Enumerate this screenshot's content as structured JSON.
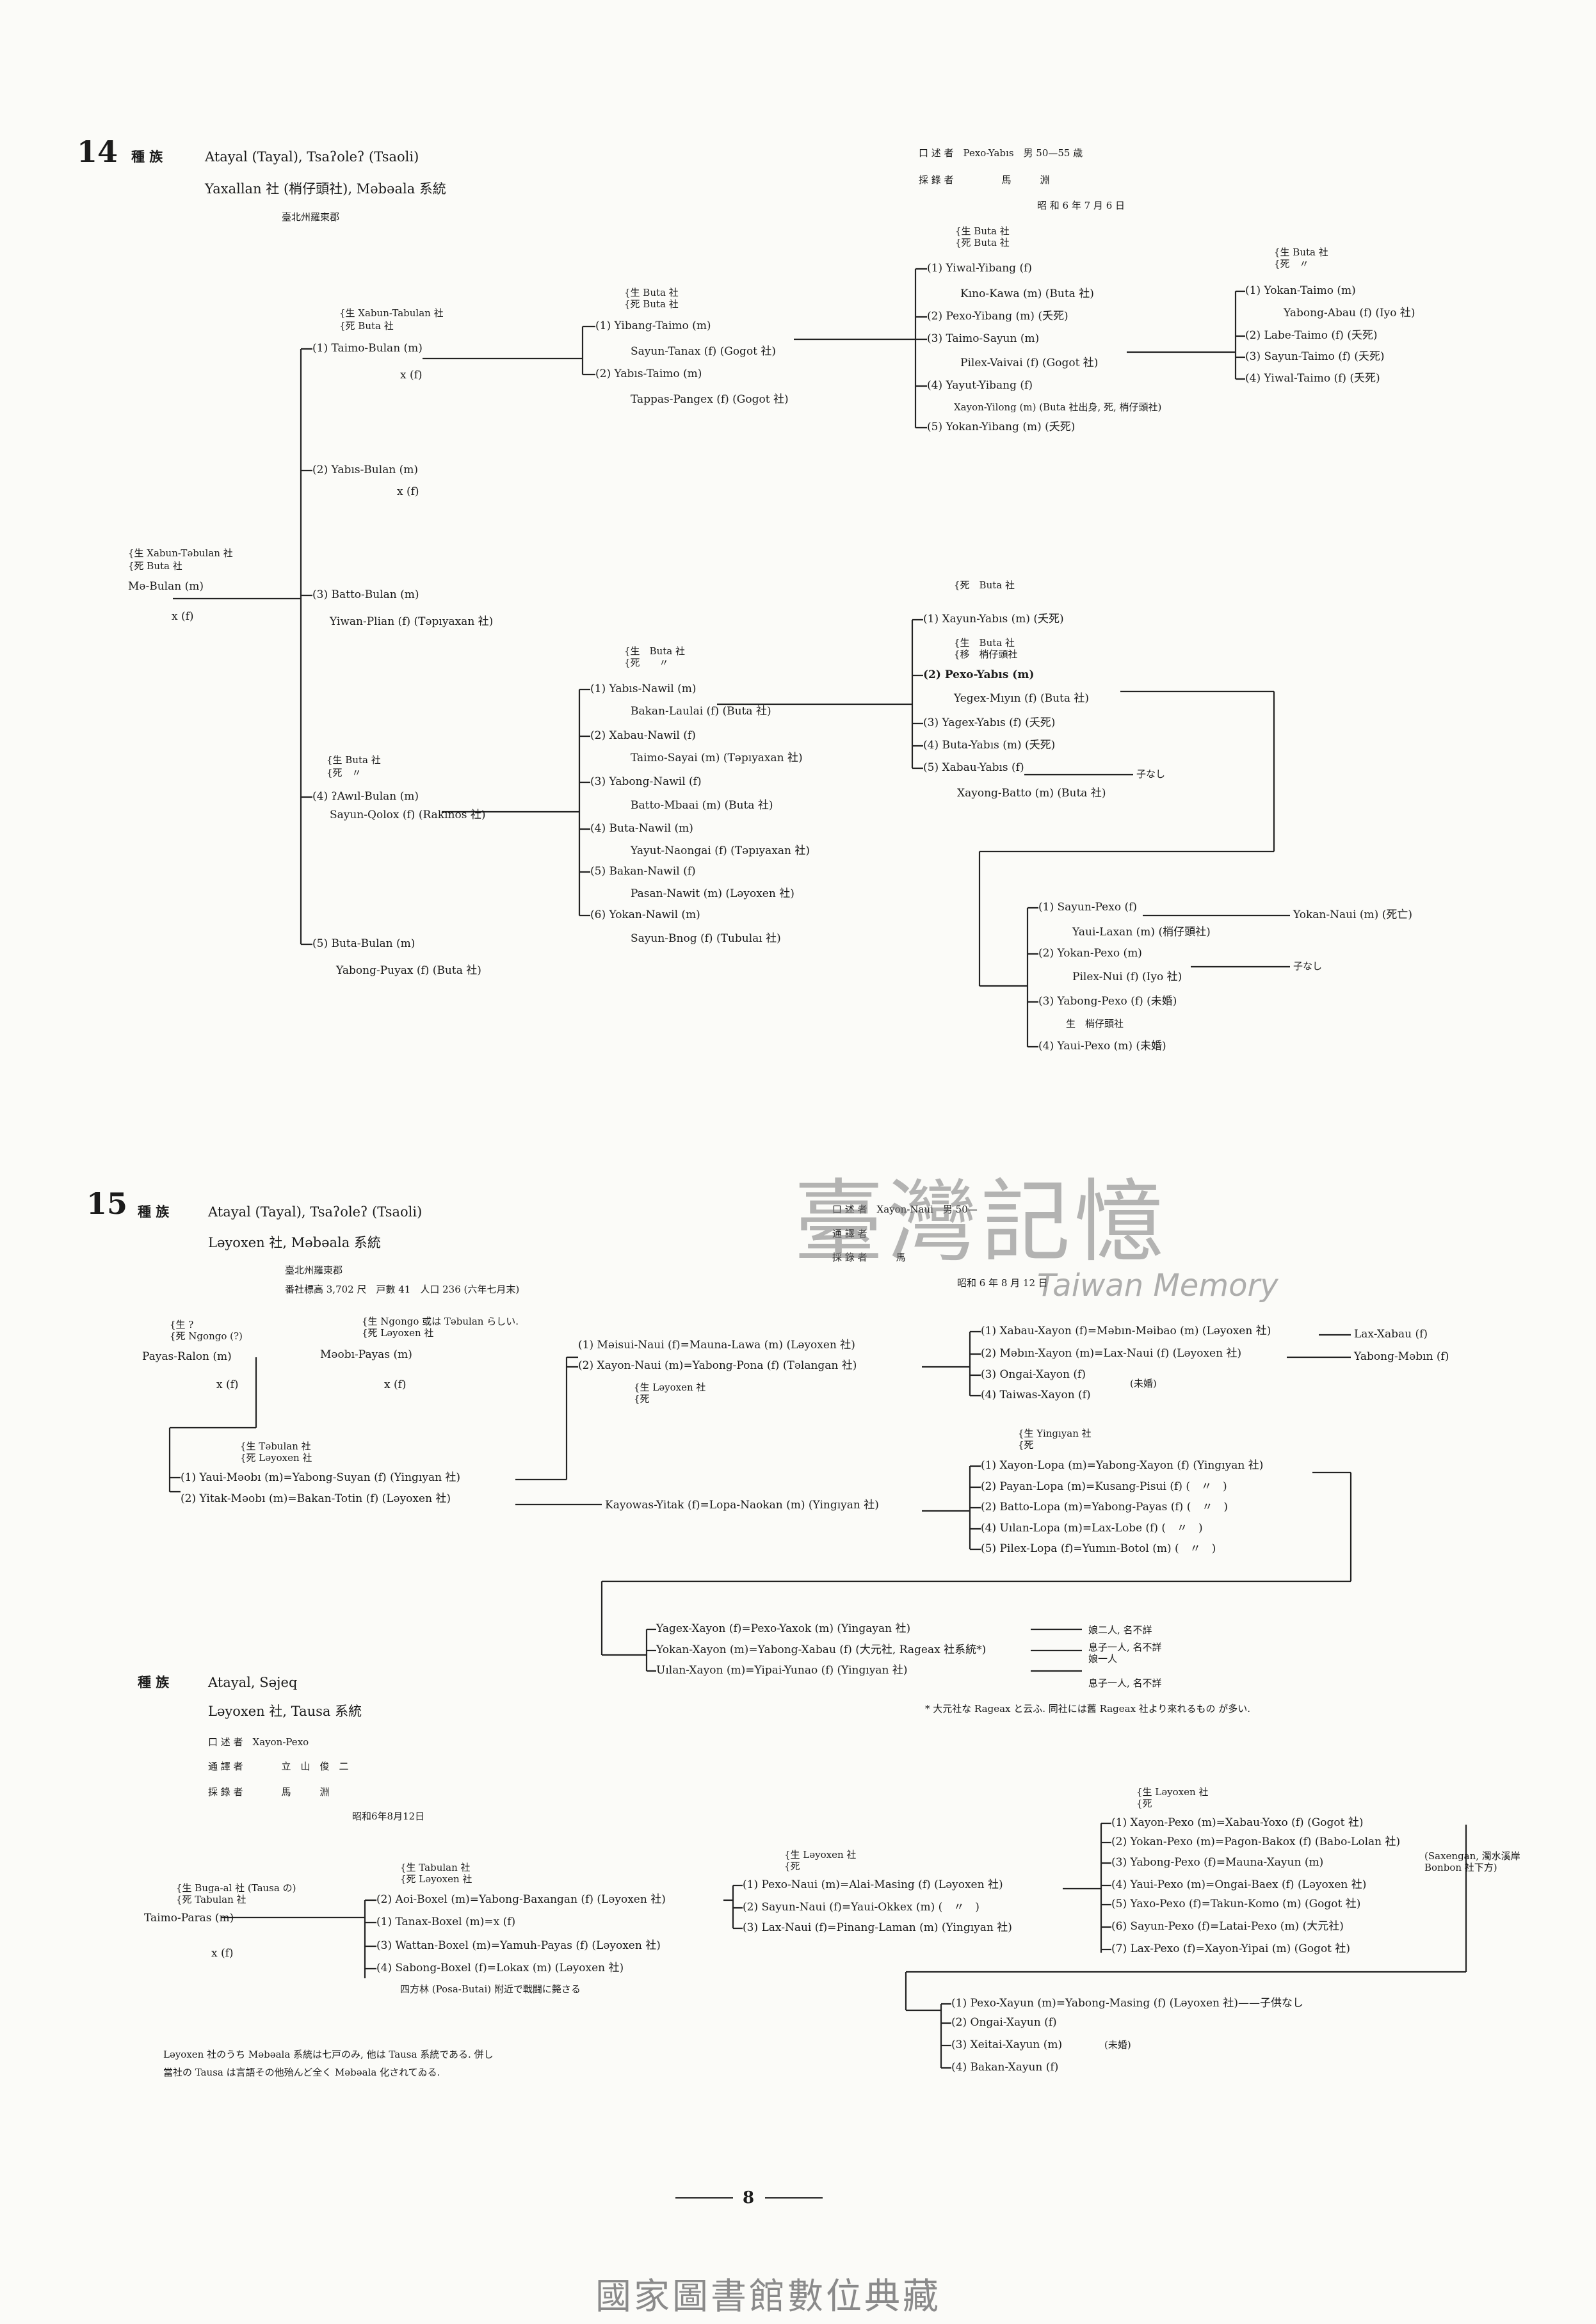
{
  "s14": {
    "num": "14",
    "zoku": "種 族",
    "ethnic": "Atayal (Tayal), Tsaʔoleʔ (Tsaoli)",
    "village": "Yaxallan 社 (梢仔頭社), Məbəala 系統",
    "region": "臺北州羅東郡",
    "info": [
      "口 述 者　Pexo-Yabıs　男 50—55 歳",
      "採 錄 者　　　　　馬　　　淵",
      "昭 和 6 年 7 月 6 日"
    ],
    "founder": [
      "{生 Xabun-Təbulan 社",
      "{死 Buta 社",
      "Mə-Bulan (m)",
      "x (f)"
    ],
    "gen1": [
      "(1) Taimo-Bulan (m)",
      "x (f)",
      "(2) Yabıs-Bulan (m)",
      "x (f)",
      "(3) Batto-Bulan (m)",
      "Yiwan-Plian (f) (Təpıyaxan 社)",
      "(4) ʔAwıl-Bulan (m)",
      "Sayun-Qolox (f) (Rakınos 社)",
      "(5) Buta-Bulan (m)",
      "Yabong-Puyax (f) (Buta 社)"
    ],
    "note1": [
      "{生 Xabun-Tabulan 社",
      "{死 Buta 社"
    ],
    "note4": [
      "{生 Buta 社",
      "{死　〃"
    ],
    "gen2a": [
      "{生 Buta 社",
      "{死 Buta 社",
      "(1) Yibang-Taimo (m)",
      "Sayun-Tanax (f) (Gogot 社)",
      "(2) Yabıs-Taimo (m)",
      "Tappas-Pangex (f) (Gogot 社)"
    ],
    "gen2b": [
      "{生　Buta 社",
      "{死　　〃",
      "(1) Yabıs-Nawil (m)",
      "Bakan-Laulai (f) (Buta 社)",
      "(2) Xabau-Nawil (f)",
      "Taimo-Sayai (m) (Təpıyaxan 社)",
      "(3) Yabong-Nawil (f)",
      "Batto-Mbaai (m) (Buta 社)",
      "(4) Buta-Nawil (m)",
      "Yayut-Naongai (f) (Təpıyaxan 社)",
      "(5) Bakan-Nawil (f)",
      "Pasan-Nawit (m) (Ləyoxen 社)",
      "(6) Yokan-Nawil (m)",
      "Sayun-Bnog (f) (Tubulaı 社)"
    ],
    "gen3a": [
      "{生 Buta 社",
      "{死 Buta 社",
      "(1) Yiwal-Yibang (f)",
      "Kıno-Kawa (m) (Buta 社)",
      "(2) Pexo-Yibang (m) (夭死)",
      "(3) Taimo-Sayun (m)",
      "Pilex-Vaivai (f) (Gogot 社)",
      "(4) Yayut-Yibang (f)",
      "Xayon-Yilong (m) (Buta 社出身, 死, 梢仔頭社)",
      "(5) Yokan-Yibang (m) (夭死)"
    ],
    "gen4a": [
      "{生 Buta 社",
      "{死　〃",
      "(1) Yokan-Taimo (m)",
      "Yabong-Abau (f) (Iyo 社)",
      "(2) Labe-Taimo (f) (夭死)",
      "(3) Sayun-Taimo (f) (夭死)",
      "(4) Yiwal-Taimo (f) (夭死)"
    ],
    "gen3b": [
      "{死　Buta 社",
      "(1) Xayun-Yabıs (m) (夭死)",
      "{生　Buta 社",
      "{移　梢仔頭社",
      "(2) Pexo-Yabıs (m)",
      "Yegex-Mıyın (f) (Buta 社)",
      "(3) Yagex-Yabıs (f) (夭死)",
      "(4) Buta-Yabıs (m) (夭死)",
      "(5) Xabau-Yabıs (f)",
      "Xayong-Batto (m) (Buta 社)",
      "子なし"
    ],
    "gen4b": [
      "(1) Sayun-Pexo (f)",
      "Yaui-Laxan (m) (梢仔頭社)",
      "Yokan-Naui (m) (死亡)",
      "(2) Yokan-Pexo (m)",
      "Pilex-Nui (f) (Iyo 社)",
      "子なし",
      "(3) Yabong-Pexo (f) (未婚)",
      "生　梢仔頭社",
      "(4) Yaui-Pexo (m) (未婚)"
    ]
  },
  "s15": {
    "num": "15",
    "zoku": "種 族",
    "ethnic": "Atayal (Tayal), Tsaʔoleʔ (Tsaoli)",
    "village": "Ləyoxen 社, Məbəala 系統",
    "region": "臺北州羅東郡",
    "stats": "番社標高 3,702 尺　戸數 41　人口 236 (六年七月末)",
    "info": [
      "口 述 者　Xayon-Naui　男 50—",
      "通 譯 者　　　　　　",
      "採 錄 者　　　馬",
      "昭和 6 年 8 月 12 日"
    ],
    "topnote": [
      "{生 ?",
      "{死 Ngongo (?)",
      "Payas-Ralon (m)",
      "x (f)",
      "{生 Ngongo 或は Təbulan らしい.",
      "{死 Ləyoxen 社",
      "Məobı-Payas (m)",
      "x (f)"
    ],
    "gen2": [
      "{生 Təbulan 社",
      "{死 Ləyoxen 社",
      "(1) Yaui-Məobı (m)=Yabong-Suyan (f) (Yingıyan 社)",
      "(2) Yitak-Məobı (m)=Bakan-Totin (f) (Ləyoxen 社)"
    ],
    "gen3a": [
      "(1) Məisui-Naui (f)=Mauna-Lawa (m) (Ləyoxen 社)",
      "(2) Xayon-Naui (m)=Yabong-Pona (f) (Təlangan 社)",
      "{生 Ləyoxen 社",
      "{死"
    ],
    "gen4a": [
      "(1) Xabau-Xayon (f)=Məbın-Məibao (m) (Ləyoxen 社)",
      "(2) Məbın-Xayon (m)=Lax-Naui (f) (Ləyoxen 社)",
      "(3) Ongai-Xayon (f)",
      "(4) Taiwas-Xayon (f)",
      "(未婚)",
      "Lax-Xabau (f)",
      "Yabong-Məbın (f)"
    ],
    "kayowas": "Kayowas-Yitak (f)=Lopa-Naokan (m) (Yingıyan 社)",
    "gen4b": [
      "{生 Yingıyan 社",
      "{死",
      "(1) Xayon-Lopa (m)=Yabong-Xayon (f) (Yingıyan 社)",
      "(2) Payan-Lopa (m)=Kusang-Pisui (f) (　〃　)",
      "(2) Batto-Lopa (m)=Yabong-Payas (f) (　〃　)",
      "(4) Uılan-Lopa (m)=Lax-Lobe (f) (　〃　)",
      "(5) Pilex-Lopa (f)=Yumın-Botol (m) (　〃　)"
    ],
    "gen5": [
      "Yagex-Xayon (f)=Pexo-Yaxok (m) (Yingayan 社)",
      "Yokan-Xayon (m)=Yabong-Xabau (f) (大元社, Rageax 社系統*)",
      "Uılan-Xayon (m)=Yipai-Yunao (f) (Yingıyan 社)",
      "娘二人, 名不詳",
      "息子一人, 名不詳",
      "娘一人",
      "息子一人, 名不詳"
    ],
    "footnote": "* 大元社な Rageax と云ふ. 同社には舊 Rageax 社より來れるもの が多い."
  },
  "saijeq": {
    "zoku": "種 族",
    "ethnic": "Atayal, Səjeq",
    "village": "Ləyoxen 社, Tausa 系統",
    "info": [
      "口 述 者　Xayon-Pexo",
      "通 譯 者　　　　立　山　俊　二",
      "採 錄 者　　　　馬　　　淵",
      "昭和6年8月12日"
    ],
    "founder": [
      "{生 Buga-al 社 (Tausa の)",
      "{死 Tabulan 社",
      "Taimo-Paras (m)",
      "x (f)"
    ],
    "gen1": [
      "{生 Tabulan 社",
      "{死 Ləyoxen 社",
      "(2) Aoi-Boxel (m)=Yabong-Baxangan (f) (Ləyoxen 社)",
      "(1) Tanax-Boxel (m)=x (f)",
      "(3) Wattan-Boxel (m)=Yamuh-Payas (f) (Ləyoxen 社)",
      "(4) Sabong-Boxel (f)=Lokax (m) (Ləyoxen 社)",
      "四方林 (Posa-Butai) 附近で戰闘に斃さる"
    ],
    "gen2": [
      "{生 Ləyoxen 社",
      "{死",
      "(1) Pexo-Naui (m)=Alai-Masing (f) (Ləyoxen 社)",
      "(2) Sayun-Naui (f)=Yaui-Okkex (m) (　〃　)",
      "(3) Lax-Naui (f)=Pinang-Laman (m) (Yingıyan 社)"
    ],
    "gen3": [
      "{生 Ləyoxen 社",
      "{死",
      "(1) Xayon-Pexo (m)=Xabau-Yoxo (f) (Gogot 社)",
      "(2) Yokan-Pexo (m)=Pagon-Bakox (f) (Babo-Lolan 社)",
      "(3) Yabong-Pexo (f)=Mauna-Xayun (m)",
      "(Saxengan, 濁水溪岸",
      "Bonbon 社下方)",
      "(4) Yaui-Pexo (m)=Ongai-Baex (f) (Ləyoxen 社)",
      "(5) Yaxo-Pexo (f)=Takun-Komo (m) (Gogot 社)",
      "(6) Sayun-Pexo (f)=Latai-Pexo (m) (大元社)",
      "(7) Lax-Pexo (f)=Xayon-Yipai (m) (Gogot 社)"
    ],
    "gen4": [
      "(1) Pexo-Xayun (m)=Yabong-Masing (f) (Ləyoxen 社)——子供なし",
      "(2) Ongai-Xayun (f)",
      "(3) Xeitai-Xayun (m)",
      "(4) Bakan-Xayun (f)",
      "(未婚)"
    ],
    "note": [
      "Ləyoxen 社のうち Məbəala 系統は七戸のみ, 他は Tausa 系統である. 併し",
      "當社の Tausa は言語その他殆んど全く Məbəala 化されてゐる."
    ]
  },
  "page_number": "8",
  "watermark": {
    "cn": "臺灣記憶",
    "en": "Taiwan Memory"
  },
  "library": "國家圖書館數位典藏"
}
